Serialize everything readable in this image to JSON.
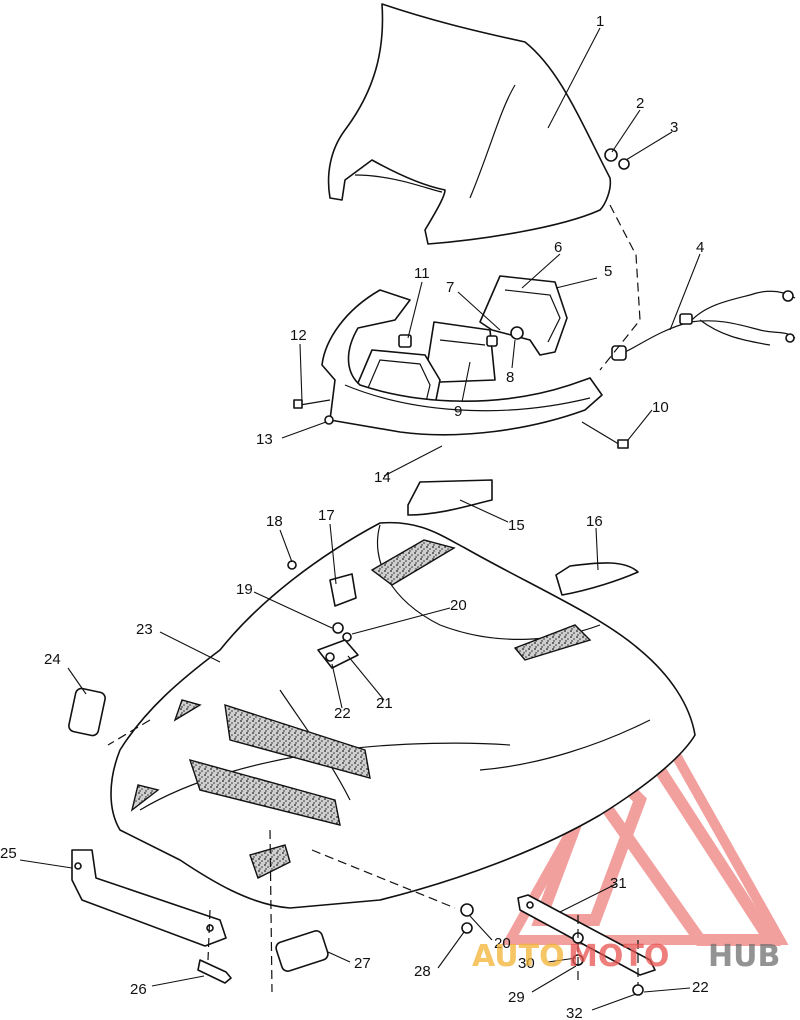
{
  "callouts": [
    {
      "id": "c1",
      "label": "1"
    },
    {
      "id": "c2",
      "label": "2"
    },
    {
      "id": "c3",
      "label": "3"
    },
    {
      "id": "c4",
      "label": "4"
    },
    {
      "id": "c5",
      "label": "5"
    },
    {
      "id": "c6",
      "label": "6"
    },
    {
      "id": "c7",
      "label": "7"
    },
    {
      "id": "c8",
      "label": "8"
    },
    {
      "id": "c9",
      "label": "9"
    },
    {
      "id": "c10",
      "label": "10"
    },
    {
      "id": "c11",
      "label": "11"
    },
    {
      "id": "c12",
      "label": "12"
    },
    {
      "id": "c13",
      "label": "13"
    },
    {
      "id": "c14",
      "label": "14"
    },
    {
      "id": "c15",
      "label": "15"
    },
    {
      "id": "c16",
      "label": "16"
    },
    {
      "id": "c17",
      "label": "17"
    },
    {
      "id": "c18",
      "label": "18"
    },
    {
      "id": "c19",
      "label": "19"
    },
    {
      "id": "c20a",
      "label": "20"
    },
    {
      "id": "c21",
      "label": "21"
    },
    {
      "id": "c22a",
      "label": "22"
    },
    {
      "id": "c23",
      "label": "23"
    },
    {
      "id": "c24",
      "label": "24"
    },
    {
      "id": "c25",
      "label": "25"
    },
    {
      "id": "c26",
      "label": "26"
    },
    {
      "id": "c27",
      "label": "27"
    },
    {
      "id": "c28",
      "label": "28"
    },
    {
      "id": "c20b",
      "label": "20"
    },
    {
      "id": "c29",
      "label": "29"
    },
    {
      "id": "c30",
      "label": "30"
    },
    {
      "id": "c31",
      "label": "31"
    },
    {
      "id": "c22b",
      "label": "22"
    },
    {
      "id": "c32",
      "label": "32"
    }
  ],
  "watermark": {
    "text_a": "AUTO",
    "text_b": "MOTO",
    "text_c": "HUB",
    "color_primary": "#e8534f",
    "color_secondary": "#f2b233",
    "color_dark": "#6f6f6f"
  }
}
